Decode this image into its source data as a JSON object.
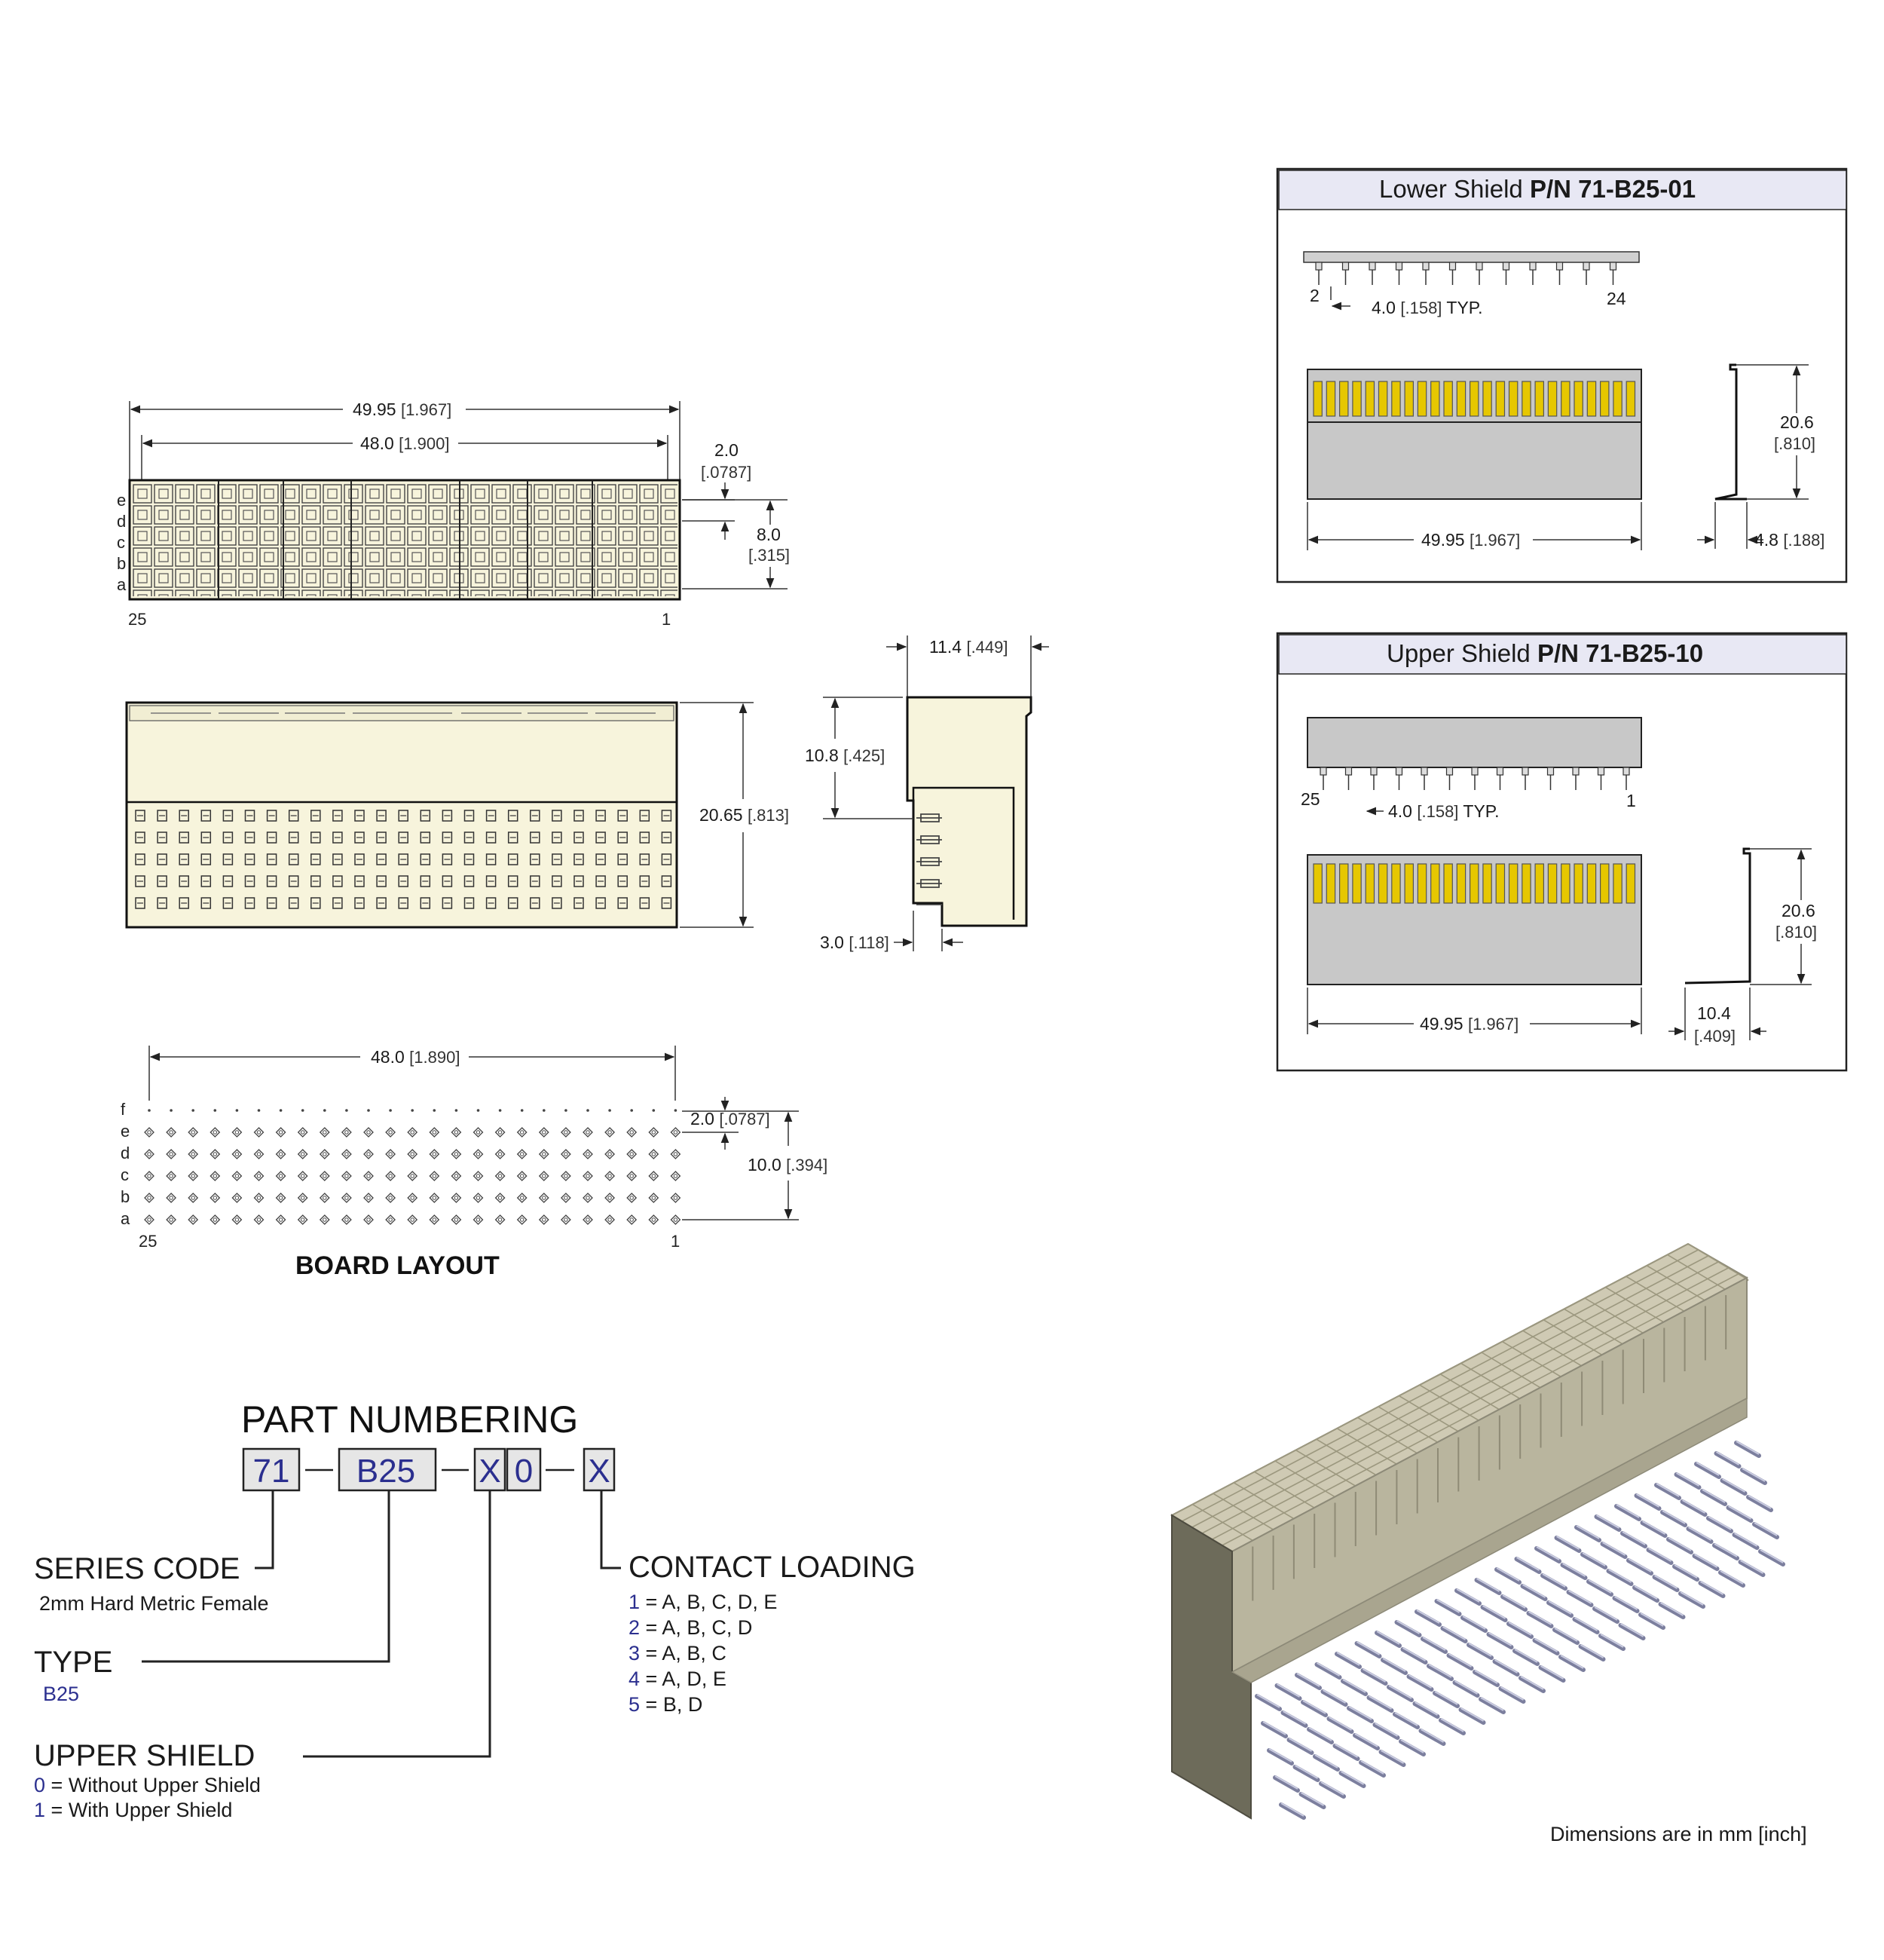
{
  "top_view": {
    "dim_overall": "49.95",
    "dim_overall_in": "[1.967]",
    "dim_pitch_span": "48.0",
    "dim_pitch_span_in": "[1.900]",
    "dim_pitch": "2.0",
    "dim_pitch_in": "[.0787]",
    "dim_rows": "8.0",
    "dim_rows_in": "[.315]",
    "row_labels": [
      "e",
      "d",
      "c",
      "b",
      "a"
    ],
    "col_left": "25",
    "col_right": "1"
  },
  "front_view": {
    "dim_height": "20.65",
    "dim_height_in": "[.813]"
  },
  "side_view": {
    "dim_width": "11.4",
    "dim_width_in": "[.449]",
    "dim_step": "10.8",
    "dim_step_in": "[.425]",
    "dim_tail": "3.0",
    "dim_tail_in": "[.118]"
  },
  "board_layout": {
    "title": "BOARD LAYOUT",
    "dim_span": "48.0",
    "dim_span_in": "[1.890]",
    "dim_pitch": "2.0",
    "dim_pitch_in": "[.0787]",
    "dim_rows": "10.0",
    "dim_rows_in": "[.394]",
    "row_labels": [
      "f",
      "e",
      "d",
      "c",
      "b",
      "a"
    ],
    "col_left": "25",
    "col_right": "1"
  },
  "lower_shield": {
    "title_prefix": "Lower Shield",
    "title_pn": "P/N 71-B25-01",
    "pin_first": "2",
    "pin_last": "24",
    "dim_pitch": "4.0",
    "dim_pitch_in": "[.158]",
    "typ": "TYP.",
    "dim_width": "49.95",
    "dim_width_in": "[1.967]",
    "dim_height": "20.6",
    "dim_height_in": "[.810]",
    "dim_depth": "4.8",
    "dim_depth_in": "[.188]"
  },
  "upper_shield": {
    "title_prefix": "Upper Shield",
    "title_pn": "P/N 71-B25-10",
    "pin_first": "25",
    "pin_last": "1",
    "dim_pitch": "4.0",
    "dim_pitch_in": "[.158]",
    "typ": "TYP.",
    "dim_width": "49.95",
    "dim_width_in": "[1.967]",
    "dim_height": "20.6",
    "dim_height_in": "[.810]",
    "dim_depth": "10.4",
    "dim_depth_in": "[.409]"
  },
  "part_numbering": {
    "title": "PART NUMBERING",
    "boxes": [
      "71",
      "B25",
      "X",
      "0",
      "X"
    ],
    "series_code": {
      "heading": "SERIES CODE",
      "desc": "2mm Hard Metric Female"
    },
    "type": {
      "heading": "TYPE",
      "desc": "B25"
    },
    "upper_shield": {
      "heading": "UPPER SHIELD",
      "options": [
        {
          "code": "0",
          "text": "= Without Upper Shield"
        },
        {
          "code": "1",
          "text": "= With Upper Shield"
        }
      ]
    },
    "contact_loading": {
      "heading": "CONTACT LOADING",
      "options": [
        {
          "code": "1",
          "text": "= A, B, C, D, E"
        },
        {
          "code": "2",
          "text": "= A, B, C, D"
        },
        {
          "code": "3",
          "text": "= A, B, C"
        },
        {
          "code": "4",
          "text": "= A, D, E"
        },
        {
          "code": "5",
          "text": "= B, D"
        }
      ]
    }
  },
  "footnote": "Dimensions are in mm [inch]",
  "colors": {
    "housing": "#f7f4dc",
    "shield_grey": "#c8c8c8",
    "contact_gold": "#e6c700",
    "code_blue": "#2b2f8f",
    "iso_body": "#a9a58f",
    "iso_dark": "#6d6b5a"
  }
}
